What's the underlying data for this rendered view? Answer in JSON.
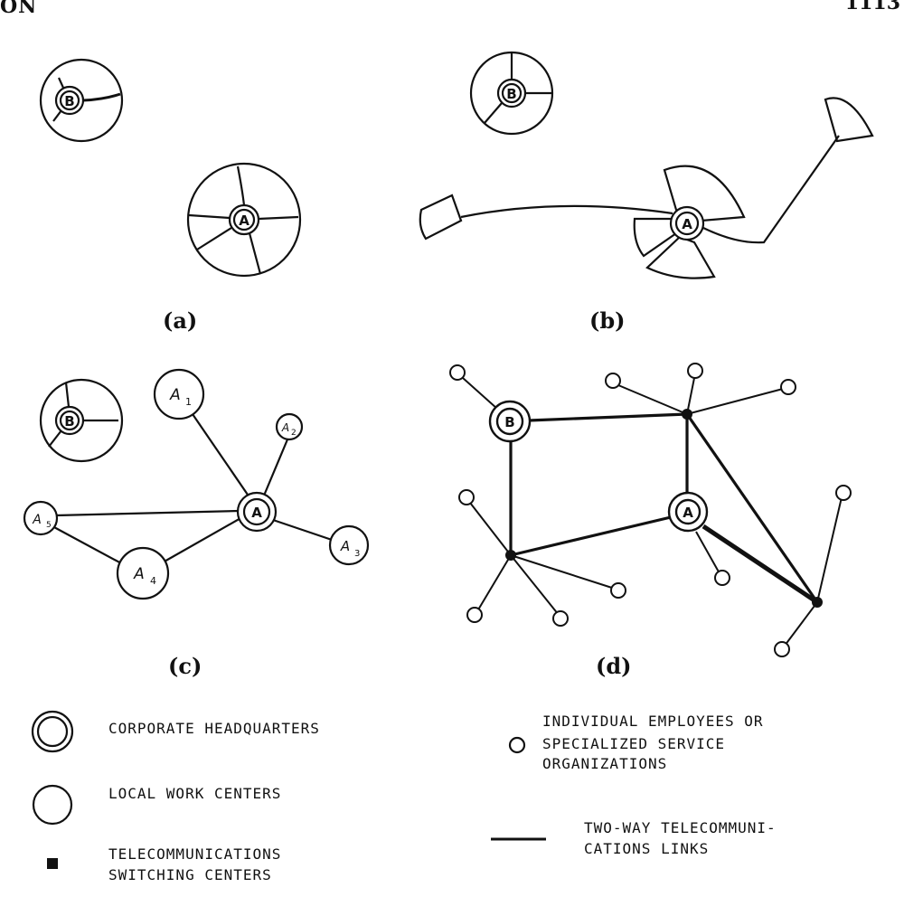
{
  "header": {
    "left": "ON",
    "right": "1113"
  },
  "panels": {
    "a": {
      "label": "(a)"
    },
    "b": {
      "label": "(b)"
    },
    "c": {
      "label": "(c)"
    },
    "d": {
      "label": "(d)"
    }
  },
  "nodes": {
    "hq_b": "B",
    "hq_a": "A",
    "a1": "A",
    "a1_sub": "1",
    "a2": "A",
    "a2_sub": "2",
    "a3": "A",
    "a3_sub": "3",
    "a4": "A",
    "a4_sub": "4",
    "a5": "A",
    "a5_sub": "5"
  },
  "legend": {
    "hq": "CORPORATE HEADQUARTERS",
    "local": "LOCAL WORK CENTERS",
    "switching_line1": "TELECOMMUNICATIONS",
    "switching_line2": "SWITCHING CENTERS",
    "employees_line1": "INDIVIDUAL EMPLOYEES OR",
    "employees_line2": "SPECIALIZED SERVICE",
    "employees_line3": "ORGANIZATIONS",
    "links_line1": "TWO-WAY TELECOMMUNI-",
    "links_line2": "CATIONS LINKS"
  }
}
